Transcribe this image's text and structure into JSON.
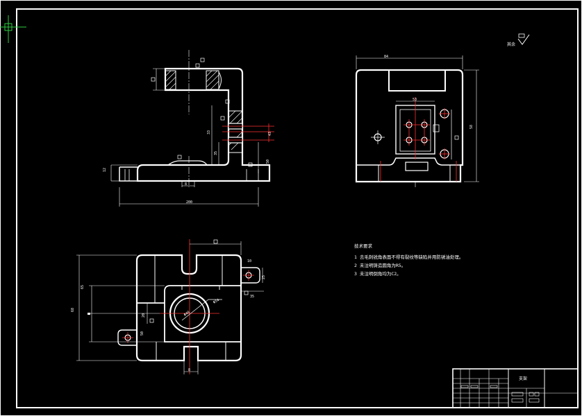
{
  "colors": {
    "background": "#000000",
    "outline": "#ffffff",
    "dimension": "#ffffff",
    "center": "#ff3030",
    "hatch": "#ffffff",
    "cursor": "#2ecc40"
  },
  "roughness_label": "其余",
  "views": {
    "front": {
      "dims": {
        "d33": "33",
        "d35": "35",
        "d43": "43",
        "d50": "50",
        "d200": "200",
        "d12": "12",
        "d8": "8"
      }
    },
    "side": {
      "dims": {
        "top_width": "84",
        "height": "58",
        "inner": "53"
      }
    },
    "plan": {
      "dims": {
        "d20": "20",
        "d25": "25",
        "d35": "35",
        "d50": "50",
        "d65": "65",
        "d68": "68",
        "d10": "10",
        "d8": "8",
        "bore": "Φ54",
        "bore2": "Φ40"
      }
    }
  },
  "technical_requirements": {
    "title": "技术要求",
    "items": [
      "1 去毛刺锐角表面不得有裂纹等缺陷并用防锈油处理。",
      "2 未注明铸造圆角为R5。",
      "3 未注明倒角均为C2。"
    ]
  },
  "title_block": {
    "part_name": "支架"
  }
}
